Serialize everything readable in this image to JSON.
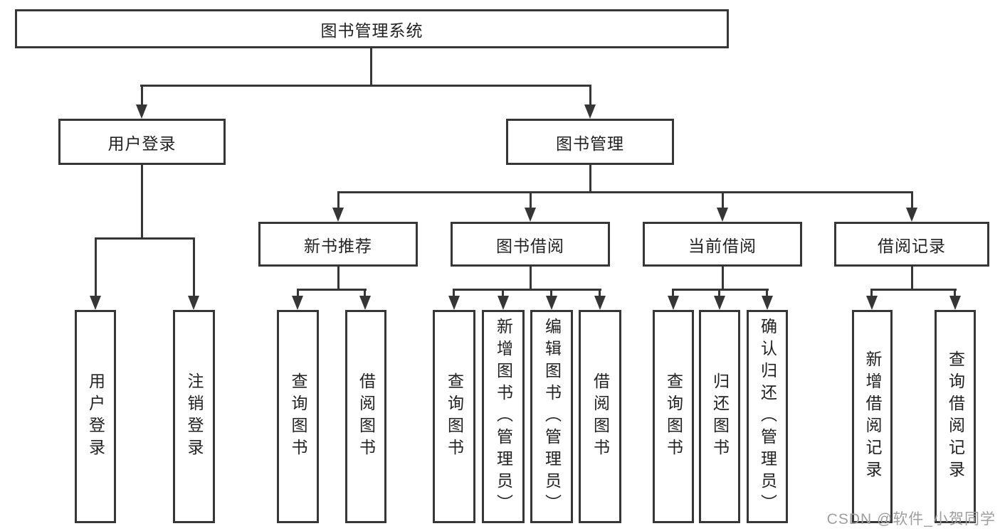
{
  "tree": {
    "root": "图书管理系统",
    "branches": [
      {
        "label": "用户登录",
        "children": [
          "用户登录",
          "注销登录"
        ]
      },
      {
        "label": "图书管理",
        "groups": [
          {
            "label": "新书推荐",
            "children": [
              "查询图书",
              "借阅图书"
            ]
          },
          {
            "label": "图书借阅",
            "children": [
              "查询图书",
              "新增图书（管理员）",
              "编辑图书（管理员）",
              "借阅图书"
            ]
          },
          {
            "label": "当前借阅",
            "children": [
              "查询图书",
              "归还图书",
              "确认归还（管理员）"
            ]
          },
          {
            "label": "借阅记录",
            "children": [
              "新增借阅记录",
              "查询借阅记录"
            ]
          }
        ]
      }
    ]
  },
  "watermark": {
    "text": "CSDN @软件_小贺同学"
  },
  "colors": {
    "line": "#363636",
    "text": "#222222",
    "watermark": "#9e9e9e",
    "background": "#ffffff"
  }
}
